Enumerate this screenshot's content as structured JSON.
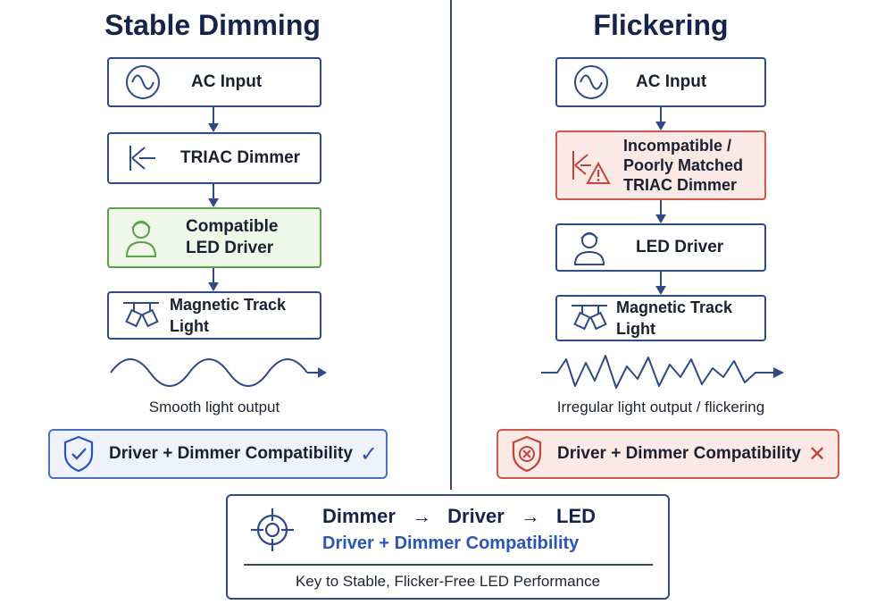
{
  "left": {
    "title": "Stable Dimming",
    "steps": [
      "AC Input",
      "TRIAC Dimmer",
      "Compatible\nLED Driver",
      "Magnetic Track Light"
    ],
    "wave_caption": "Smooth light output",
    "badge": "Driver + Dimmer Compatibility",
    "badge_mark": "✓"
  },
  "right": {
    "title": "Flickering",
    "steps": [
      "AC Input",
      "Incompatible /\nPoorly Matched\nTRIAC Dimmer",
      "LED Driver",
      "Magnetic Track Light"
    ],
    "wave_caption": "Irregular light output / flickering",
    "badge": "Driver + Dimmer Compatibility",
    "badge_mark": "✕"
  },
  "key": {
    "flow": [
      "Dimmer",
      "→",
      "Driver",
      "→",
      "LED"
    ],
    "compat": "Driver + Dimmer Compatibility",
    "footer": "Key to Stable, Flicker-Free LED Performance"
  },
  "icons": [
    "ac-sine-icon",
    "triac-icon",
    "person-icon",
    "track-light-icon",
    "shield-check-icon",
    "shield-x-icon",
    "target-icon"
  ],
  "colors": {
    "navy": "#16234a",
    "blue": "#2d54b8",
    "green": "#5aa14a",
    "red": "#d0584f"
  }
}
